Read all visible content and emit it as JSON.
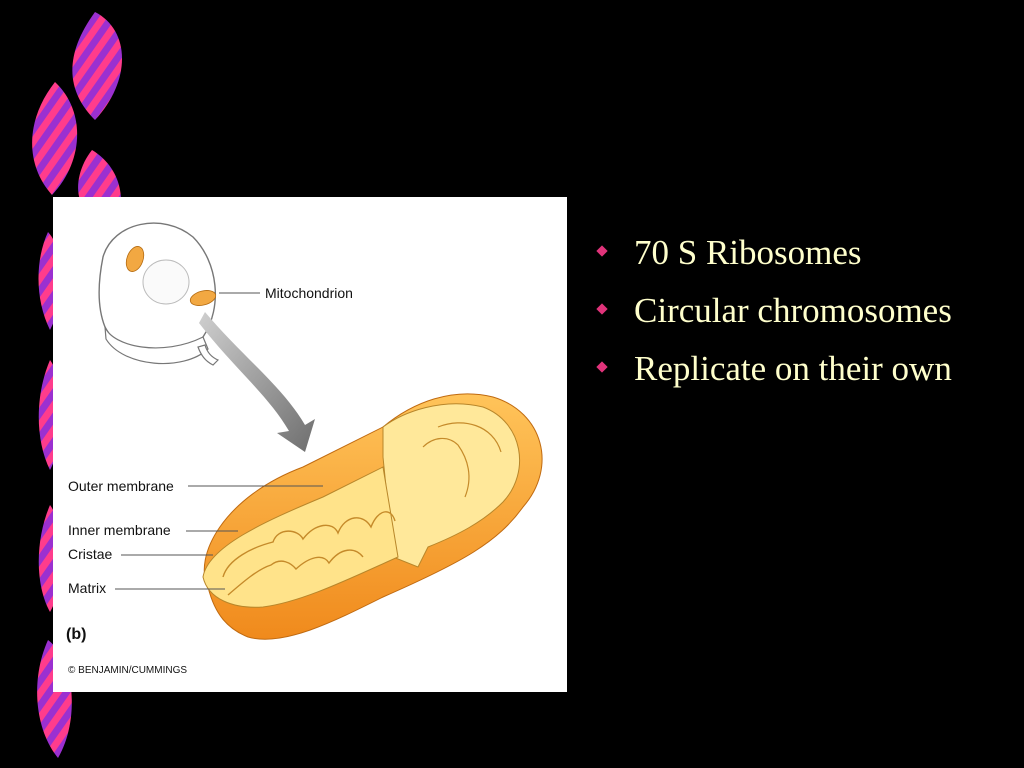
{
  "bullets": [
    {
      "text": "70 S  Ribosomes"
    },
    {
      "text": "Circular chromosomes"
    },
    {
      "text": "Replicate on their own"
    }
  ],
  "figure": {
    "labels": {
      "mitochondrion": "Mitochondrion",
      "outer_membrane": "Outer membrane",
      "inner_membrane": "Inner membrane",
      "cristae": "Cristae",
      "matrix": "Matrix",
      "panel": "(b)",
      "copyright": "© BENJAMIN/CUMMINGS"
    }
  },
  "colors": {
    "background": "#000000",
    "bullet_text": "#ffffcc",
    "bullet_mark": "#e0337a",
    "ribbon_pink": "#ff3c8c",
    "ribbon_purple": "#9b30d0",
    "mito_orange": "#f7a531",
    "mito_yellow": "#ffe89a"
  }
}
